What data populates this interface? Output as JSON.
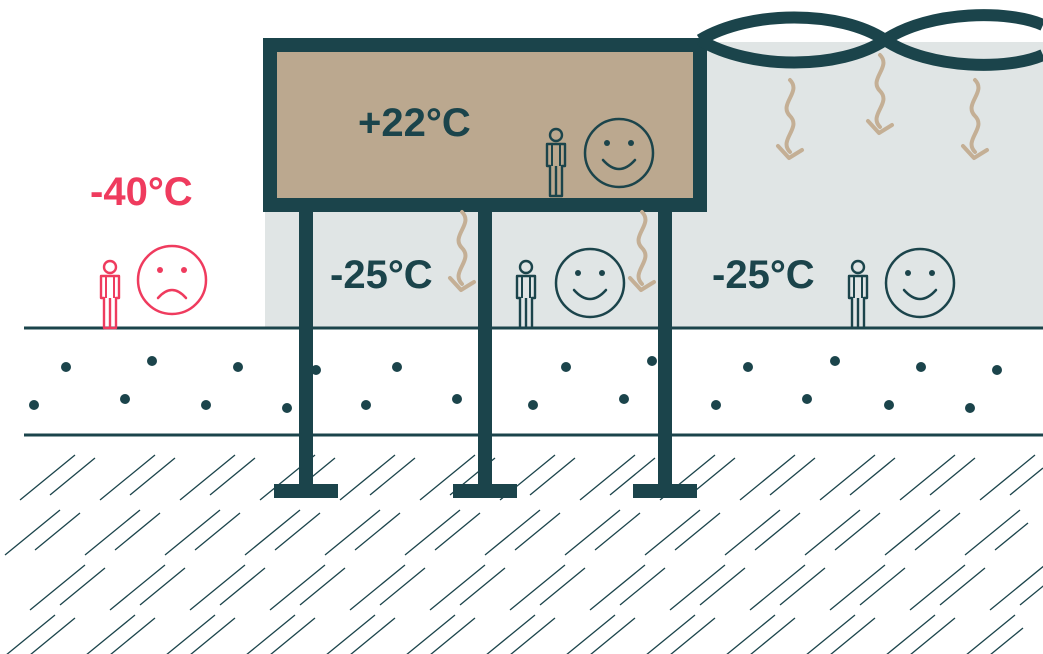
{
  "labels": {
    "indoor_temp": "+22°C",
    "outdoor_temp": "-40°C",
    "under_temp_left": "-25°C",
    "under_temp_right": "-25°C"
  },
  "colors": {
    "structure": "#1b444b",
    "building_fill": "#bba88f",
    "shelter_fill": "#e0e5e5",
    "cold_red": "#ef3b5e",
    "heat_arrow": "#c4af95"
  },
  "icons": [
    "person-icon",
    "happy-face-icon",
    "sad-face-icon",
    "heat-arrow-icon"
  ]
}
